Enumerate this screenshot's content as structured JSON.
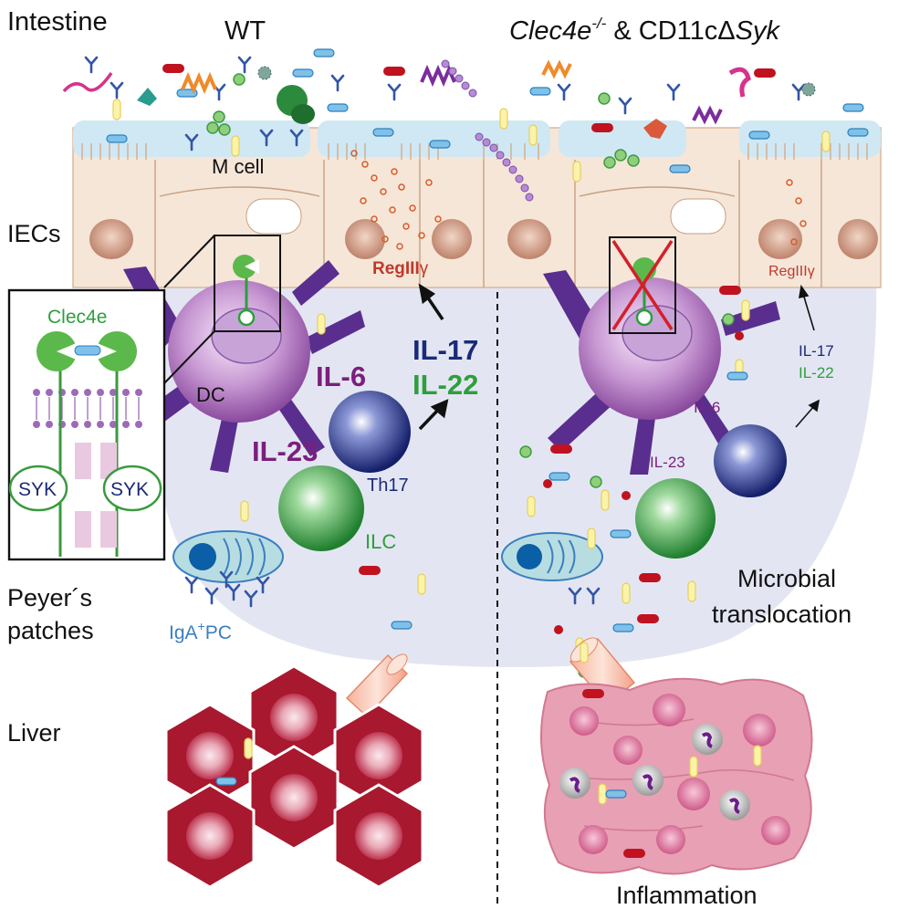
{
  "labels": {
    "intestine": "Intestine",
    "wt": "WT",
    "mutant_a": "Clec4e",
    "mutant_sup": "-/-",
    "mutant_b": " & CD11cΔ",
    "mutant_c": "Syk",
    "m_cell": "M cell",
    "iecs": "IECs",
    "reg_left": "RegIII",
    "reg_right": "RegIII",
    "gamma": "γ",
    "clec4e": "Clec4e",
    "syk_left": "SYK",
    "syk_right": "SYK",
    "dc": "DC",
    "il6_left": "IL-6",
    "il17_left": "IL-17",
    "il22_left": "IL-22",
    "il23_left": "IL-23",
    "th17": "Th17",
    "ilc": "ILC",
    "peyers_1": "Peyer´s",
    "peyers_2": "patches",
    "iga_pc_a": "IgA",
    "iga_pc_sup": "+",
    "iga_pc_b": "PC",
    "liver": "Liver",
    "il6_right": "IL-6",
    "il17_right": "IL-17",
    "il22_right": "IL-22",
    "il23_right": "IL-23",
    "microbial_1": "Microbial",
    "microbial_2": "translocation",
    "inflammation": "Inflammation"
  },
  "colors": {
    "navy": "#1b2a78",
    "green": "#2e9e3e",
    "purple": "#7a1f7d",
    "red_text": "#c0392b",
    "liver_red": "#a8182e",
    "inflamed_pink": "#e7a0b4",
    "epithelium": "#f5e6d8",
    "peyers_bg": "#e3e6f2",
    "dc_purple": "#b36dc0",
    "iga_blue": "#3a7fc0"
  },
  "icons": {
    "blocked": "red-cross-icon",
    "antibody": "y-shaped-antibody-icon",
    "arrow": "arrow-icon"
  }
}
